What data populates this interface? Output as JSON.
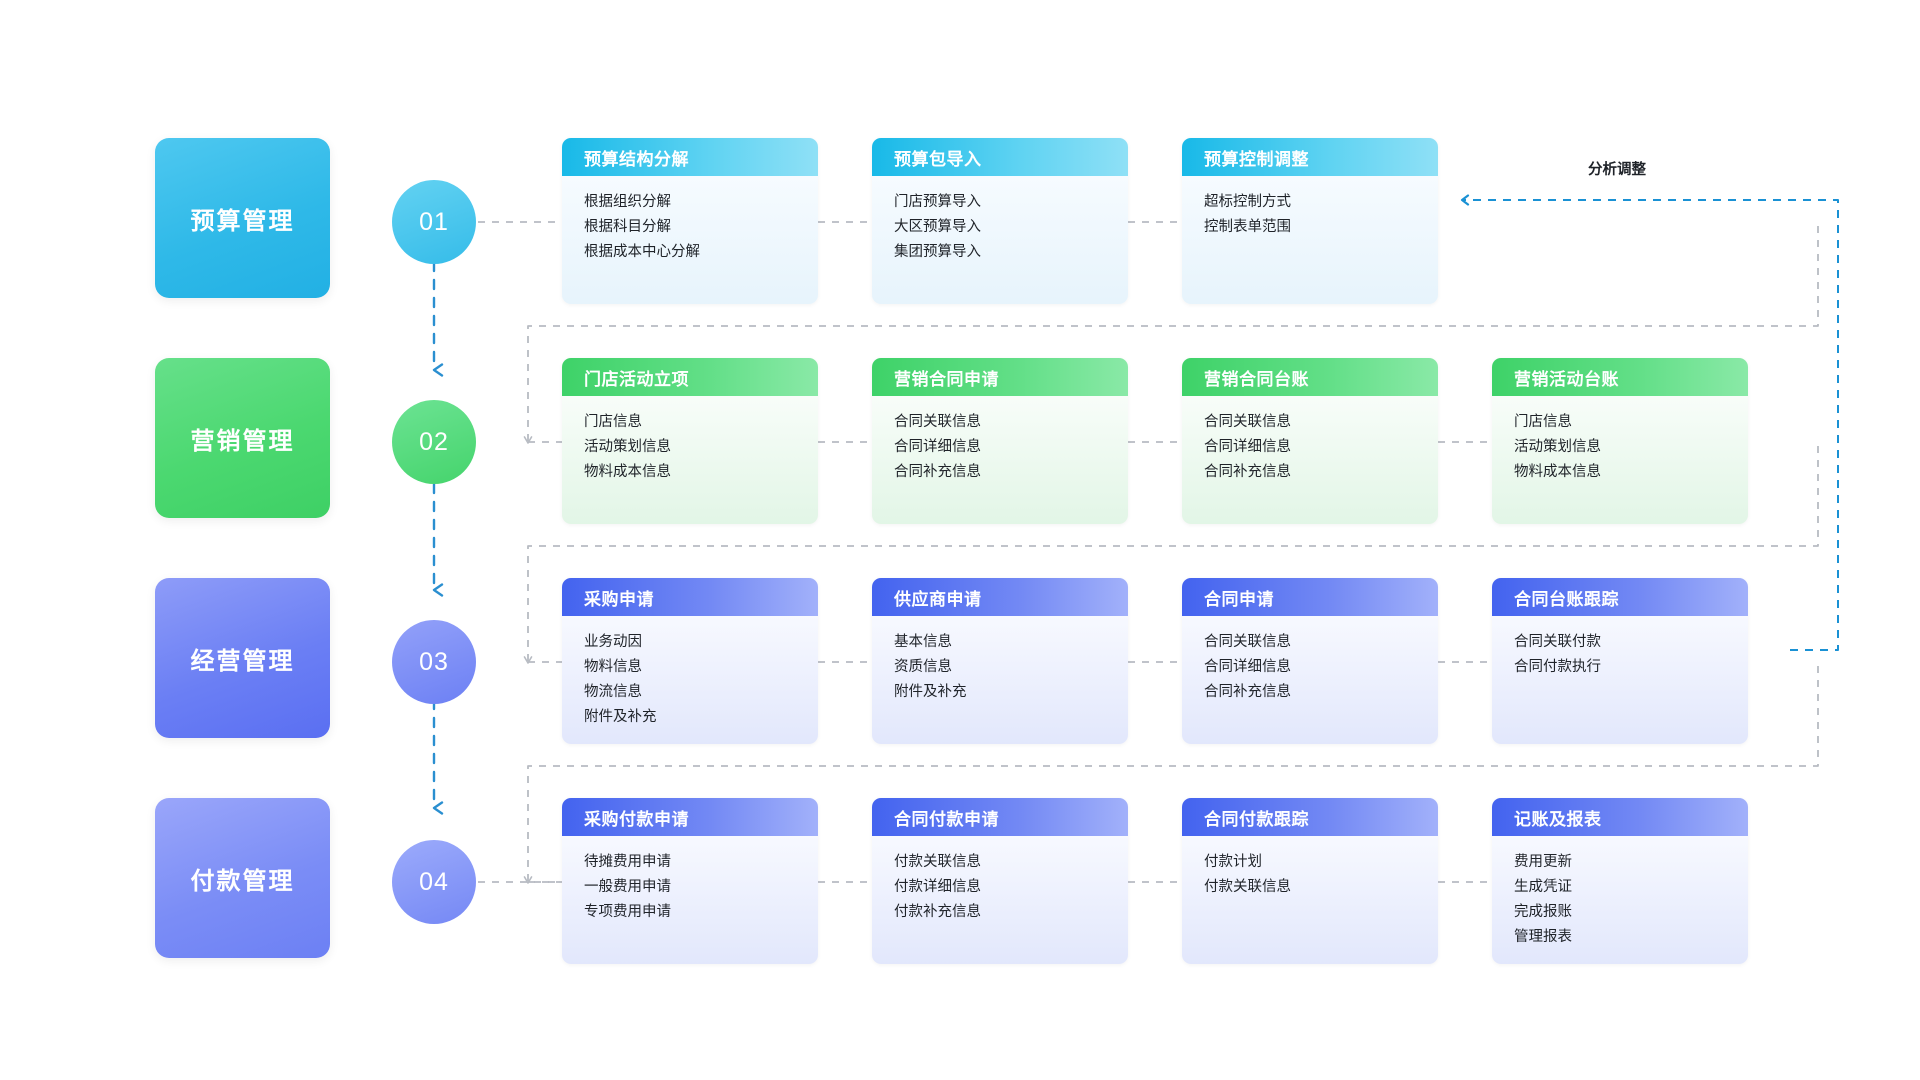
{
  "diagram": {
    "annotation": {
      "label": "分析调整"
    },
    "rows": [
      {
        "key": "budget",
        "tile_label": "预算管理",
        "step_number": "01",
        "accent": "#22b0e4",
        "cards": [
          {
            "title": "预算结构分解",
            "items": [
              "根据组织分解",
              "根据科目分解",
              "根据成本中心分解"
            ]
          },
          {
            "title": "预算包导入",
            "items": [
              "门店预算导入",
              "大区预算导入",
              "集团预算导入"
            ]
          },
          {
            "title": "预算控制调整",
            "items": [
              "超标控制方式",
              "控制表单范围"
            ]
          }
        ]
      },
      {
        "key": "marketing",
        "tile_label": "营销管理",
        "step_number": "02",
        "accent": "#3ed065",
        "cards": [
          {
            "title": "门店活动立项",
            "items": [
              "门店信息",
              "活动策划信息",
              "物料成本信息"
            ]
          },
          {
            "title": "营销合同申请",
            "items": [
              "合同关联信息",
              "合同详细信息",
              "合同补充信息"
            ]
          },
          {
            "title": "营销合同台账",
            "items": [
              "合同关联信息",
              "合同详细信息",
              "合同补充信息"
            ]
          },
          {
            "title": "营销活动台账",
            "items": [
              "门店信息",
              "活动策划信息",
              "物料成本信息"
            ]
          }
        ]
      },
      {
        "key": "operations",
        "tile_label": "经营管理",
        "step_number": "03",
        "accent": "#5a6ff2",
        "cards": [
          {
            "title": "采购申请",
            "items": [
              "业务动因",
              "物料信息",
              "物流信息",
              "附件及补充"
            ]
          },
          {
            "title": "供应商申请",
            "items": [
              "基本信息",
              "资质信息",
              "附件及补充"
            ]
          },
          {
            "title": "合同申请",
            "items": [
              "合同关联信息",
              "合同详细信息",
              "合同补充信息"
            ]
          },
          {
            "title": "合同台账跟踪",
            "items": [
              "合同关联付款",
              "合同付款执行"
            ]
          }
        ]
      },
      {
        "key": "payment",
        "tile_label": "付款管理",
        "step_number": "04",
        "accent": "#6c80f4",
        "cards": [
          {
            "title": "采购付款申请",
            "items": [
              "待摊费用申请",
              "一般费用申请",
              "专项费用申请"
            ]
          },
          {
            "title": "合同付款申请",
            "items": [
              "付款关联信息",
              "付款详细信息",
              "付款补充信息"
            ]
          },
          {
            "title": "合同付款跟踪",
            "items": [
              "付款计划",
              "付款关联信息"
            ]
          },
          {
            "title": "记账及报表",
            "items": [
              "费用更新",
              "生成凭证",
              "完成报账",
              "管理报表"
            ]
          }
        ]
      }
    ],
    "colors": {
      "feedback_arrow": "#1a91d4",
      "flow_line": "#b7bbc2",
      "spine_line": "#2a8fd0"
    }
  }
}
